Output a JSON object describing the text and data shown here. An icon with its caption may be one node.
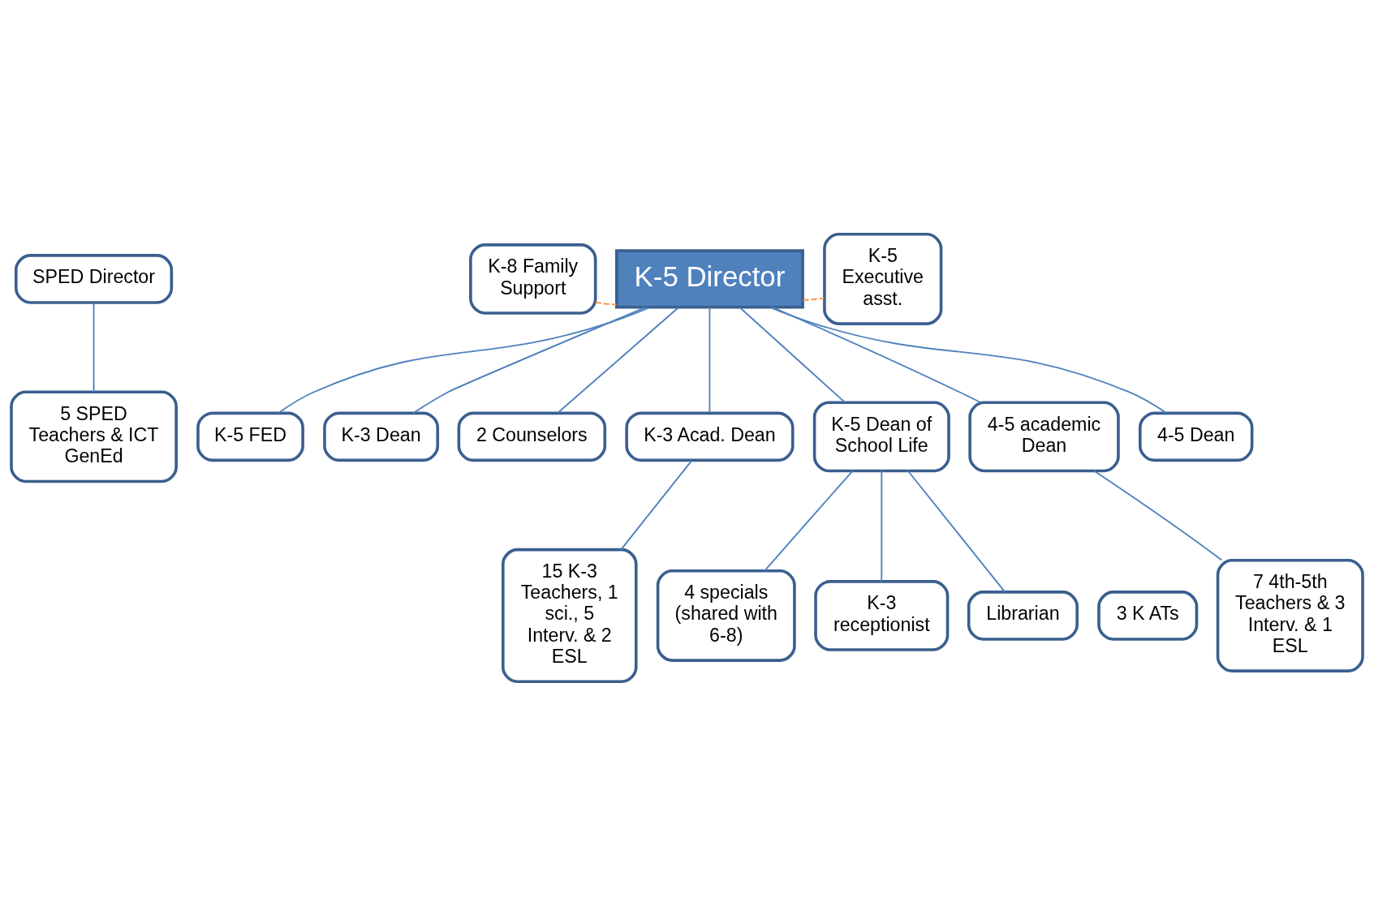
{
  "diagram": {
    "nodes": [
      {
        "text": [
          "SPED Director"
        ]
      },
      {
        "text": [
          "K-8 Family Support"
        ]
      },
      {
        "text": [
          "K-5 Director"
        ]
      },
      {
        "text": [
          "K-5 Executive asst."
        ]
      },
      {
        "text": [
          "K-5 FED"
        ]
      },
      {
        "text": [
          "K-3 Dean"
        ]
      },
      {
        "text": [
          "2 Counselors"
        ]
      },
      {
        "text": [
          "K-3 Acad. Dean"
        ]
      },
      {
        "text": [
          "K-5 Dean of School Life"
        ]
      },
      {
        "text": [
          "4-5 academic Dean"
        ]
      },
      {
        "text": [
          "4-5 Dean"
        ]
      },
      {
        "text": [
          "5 SPED Teachers & ICT GenEd"
        ]
      },
      {
        "text": [
          "15 K-3 Teachers, 1 sci., 5 Interv. & 2 ESL"
        ]
      },
      {
        "text": [
          "7 4th-5th Teachers & 3 Interv. & 1 ESL"
        ]
      },
      {
        "text": [
          "4 specials (shared with 6-8)"
        ]
      },
      {
        "text": [
          "K-3 receptionist"
        ]
      },
      {
        "text": [
          "Librarian"
        ]
      },
      {
        "text": [
          "3 K ATs"
        ]
      }
    ],
    "edges": [
      {
        "from": 0,
        "to": 11,
        "arrow": "none"
      },
      {
        "from": 1,
        "to": 2,
        "arrow": "none",
        "style": "dashed",
        "color": "#f79646"
      },
      {
        "from": 2,
        "to": 3,
        "arrow": "none",
        "style": "dashed",
        "color": "#f79646"
      },
      {
        "from": 2,
        "to": 4,
        "arrow": "none"
      },
      {
        "from": 2,
        "to": 5,
        "arrow": "none"
      },
      {
        "from": 2,
        "to": 6,
        "arrow": "none"
      },
      {
        "from": 2,
        "to": 7,
        "arrow": "none"
      },
      {
        "from": 2,
        "to": 8,
        "arrow": "none"
      },
      {
        "from": 2,
        "to": 9,
        "arrow": "none"
      },
      {
        "from": 2,
        "to": 10,
        "arrow": "none"
      },
      {
        "from": 7,
        "to": 12,
        "arrow": "none"
      },
      {
        "from": 8,
        "to": 14,
        "arrow": "none"
      },
      {
        "from": 8,
        "to": 15,
        "arrow": "none"
      },
      {
        "from": 8,
        "to": 16,
        "arrow": "none"
      },
      {
        "from": 9,
        "to": 13,
        "arrow": "none"
      }
    ]
  }
}
